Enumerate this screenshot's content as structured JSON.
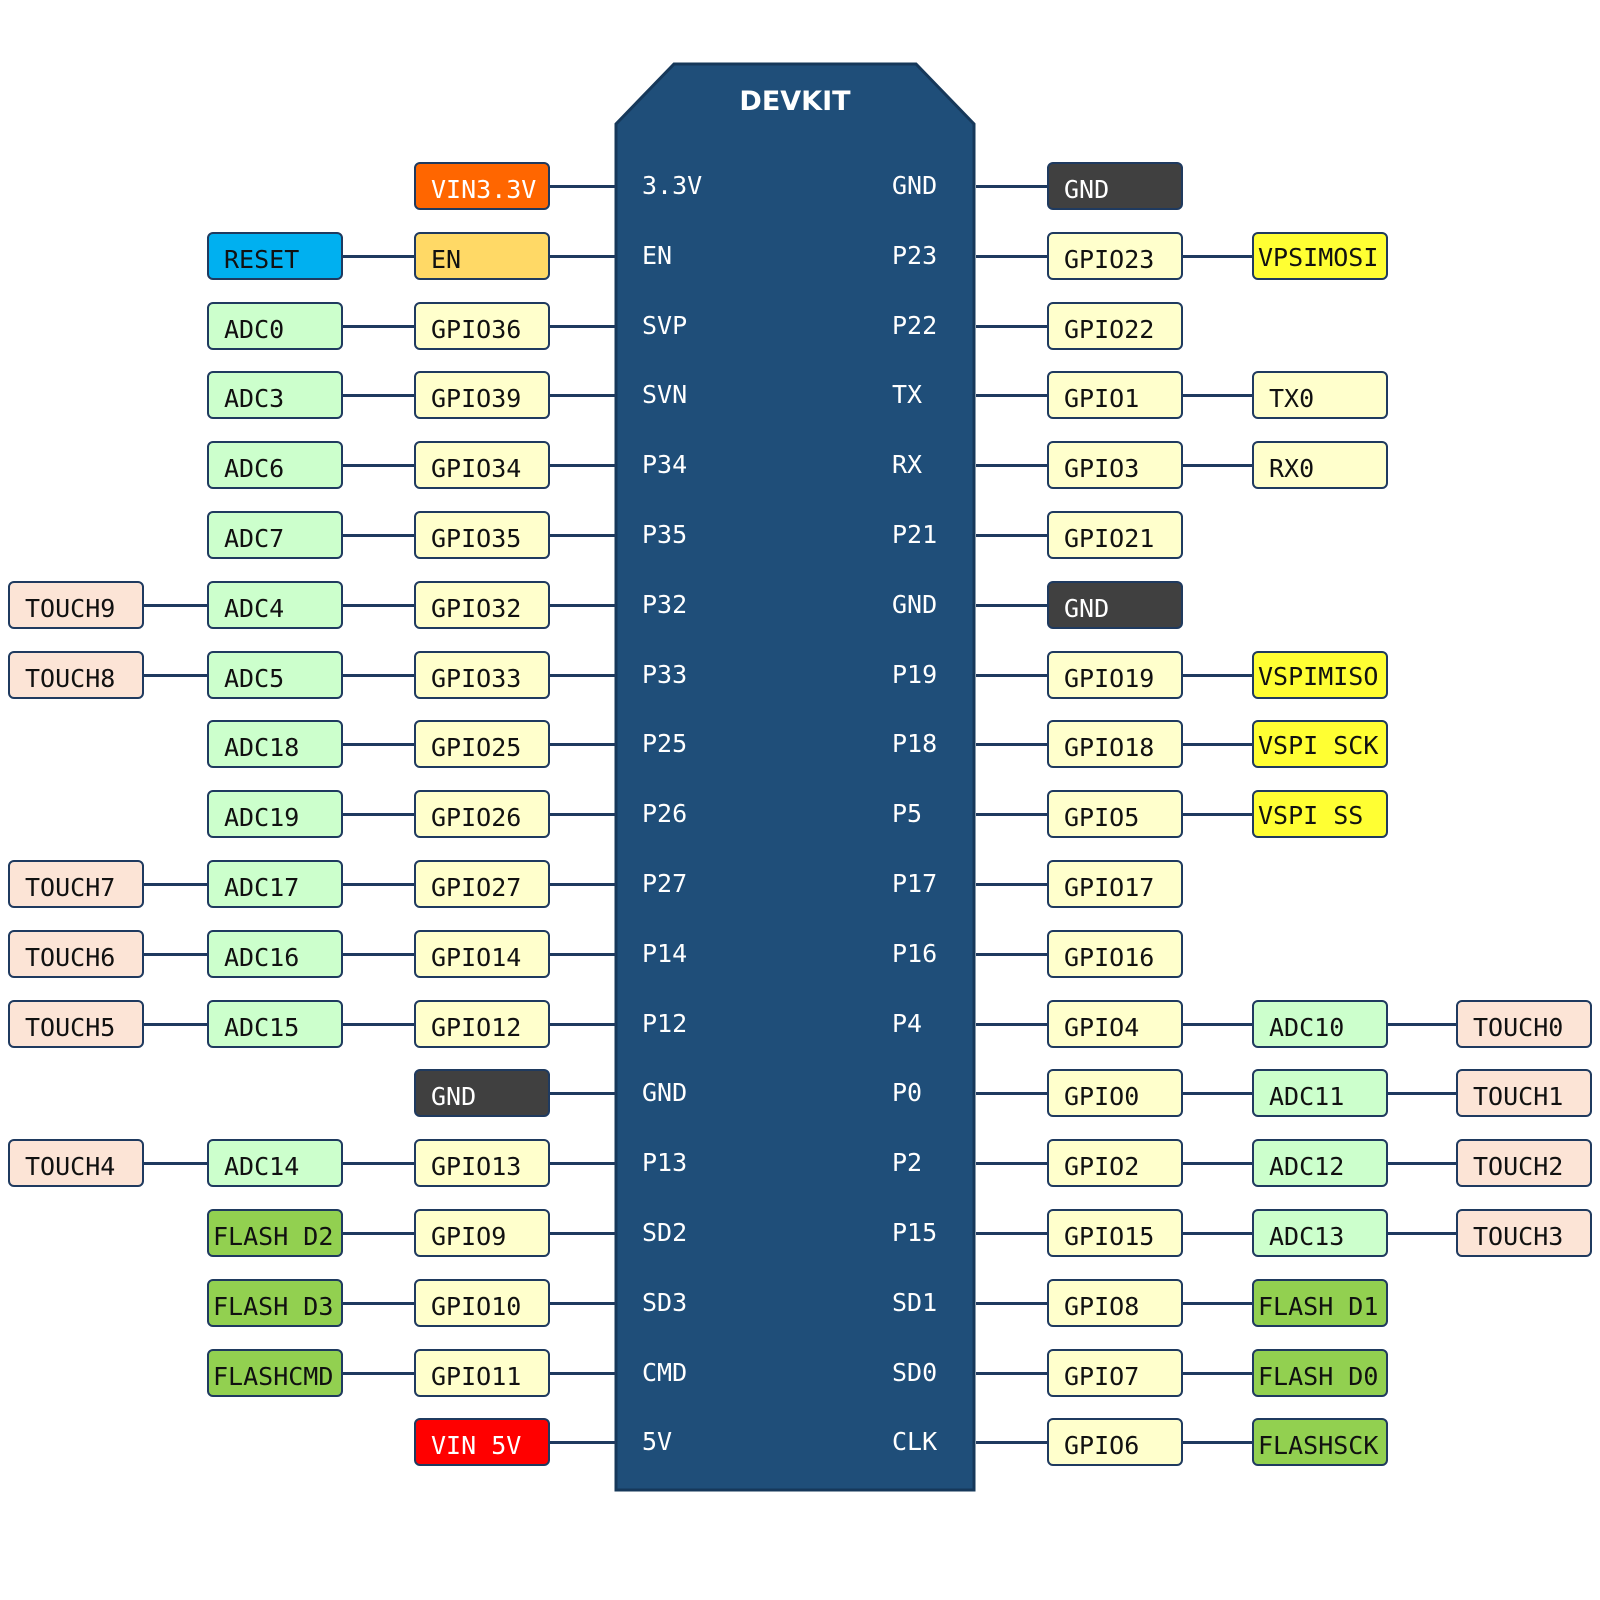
{
  "board": {
    "title": "DEVKIT",
    "body_color": "#1f4e79"
  },
  "colors": {
    "gpio": "#ffffcc",
    "adc": "#ccffcc",
    "touch": "#fce4d6",
    "gnd": "#404040",
    "vin33": "#ff6600",
    "vin5": "#ff0000",
    "reset": "#00b0f0",
    "en": "#ffd966",
    "vspi": "#ffff33",
    "flash": "#92d050",
    "wire": "#1f3a5f"
  },
  "left_pins": [
    {
      "pin": "3.3V",
      "labels": [
        {
          "text": "VIN3.3V",
          "kind": "vin33"
        }
      ]
    },
    {
      "pin": "EN",
      "labels": [
        {
          "text": "EN",
          "kind": "en"
        },
        {
          "text": "RESET",
          "kind": "reset"
        }
      ]
    },
    {
      "pin": "SVP",
      "labels": [
        {
          "text": "GPIO36",
          "kind": "gpio"
        },
        {
          "text": "ADC0",
          "kind": "adc"
        }
      ]
    },
    {
      "pin": "SVN",
      "labels": [
        {
          "text": "GPIO39",
          "kind": "gpio"
        },
        {
          "text": "ADC3",
          "kind": "adc"
        }
      ]
    },
    {
      "pin": "P34",
      "labels": [
        {
          "text": "GPIO34",
          "kind": "gpio"
        },
        {
          "text": "ADC6",
          "kind": "adc"
        }
      ]
    },
    {
      "pin": "P35",
      "labels": [
        {
          "text": "GPIO35",
          "kind": "gpio"
        },
        {
          "text": "ADC7",
          "kind": "adc"
        }
      ]
    },
    {
      "pin": "P32",
      "labels": [
        {
          "text": "GPIO32",
          "kind": "gpio"
        },
        {
          "text": "ADC4",
          "kind": "adc"
        },
        {
          "text": "TOUCH9",
          "kind": "touch"
        }
      ]
    },
    {
      "pin": "P33",
      "labels": [
        {
          "text": "GPIO33",
          "kind": "gpio"
        },
        {
          "text": "ADC5",
          "kind": "adc"
        },
        {
          "text": "TOUCH8",
          "kind": "touch"
        }
      ]
    },
    {
      "pin": "P25",
      "labels": [
        {
          "text": "GPIO25",
          "kind": "gpio"
        },
        {
          "text": "ADC18",
          "kind": "adc"
        }
      ]
    },
    {
      "pin": "P26",
      "labels": [
        {
          "text": "GPIO26",
          "kind": "gpio"
        },
        {
          "text": "ADC19",
          "kind": "adc"
        }
      ]
    },
    {
      "pin": "P27",
      "labels": [
        {
          "text": "GPIO27",
          "kind": "gpio"
        },
        {
          "text": "ADC17",
          "kind": "adc"
        },
        {
          "text": "TOUCH7",
          "kind": "touch"
        }
      ]
    },
    {
      "pin": "P14",
      "labels": [
        {
          "text": "GPIO14",
          "kind": "gpio"
        },
        {
          "text": "ADC16",
          "kind": "adc"
        },
        {
          "text": "TOUCH6",
          "kind": "touch"
        }
      ]
    },
    {
      "pin": "P12",
      "labels": [
        {
          "text": "GPIO12",
          "kind": "gpio"
        },
        {
          "text": "ADC15",
          "kind": "adc"
        },
        {
          "text": "TOUCH5",
          "kind": "touch"
        }
      ]
    },
    {
      "pin": "GND",
      "labels": [
        {
          "text": "GND",
          "kind": "gnd"
        }
      ]
    },
    {
      "pin": "P13",
      "labels": [
        {
          "text": "GPIO13",
          "kind": "gpio"
        },
        {
          "text": "ADC14",
          "kind": "adc"
        },
        {
          "text": "TOUCH4",
          "kind": "touch"
        }
      ]
    },
    {
      "pin": "SD2",
      "labels": [
        {
          "text": "GPIO9",
          "kind": "gpio"
        },
        {
          "text": "FLASH D2",
          "kind": "flash"
        }
      ]
    },
    {
      "pin": "SD3",
      "labels": [
        {
          "text": "GPIO10",
          "kind": "gpio"
        },
        {
          "text": "FLASH D3",
          "kind": "flash"
        }
      ]
    },
    {
      "pin": "CMD",
      "labels": [
        {
          "text": "GPIO11",
          "kind": "gpio"
        },
        {
          "text": "FLASHCMD",
          "kind": "flash"
        }
      ]
    },
    {
      "pin": "5V",
      "labels": [
        {
          "text": "VIN 5V",
          "kind": "vin5"
        }
      ]
    }
  ],
  "right_pins": [
    {
      "pin": "GND",
      "labels": [
        {
          "text": "GND",
          "kind": "gnd"
        }
      ]
    },
    {
      "pin": "P23",
      "labels": [
        {
          "text": "GPIO23",
          "kind": "gpio"
        },
        {
          "text": "VPSIMOSI",
          "kind": "vspi"
        }
      ]
    },
    {
      "pin": "P22",
      "labels": [
        {
          "text": "GPIO22",
          "kind": "gpio"
        }
      ]
    },
    {
      "pin": "TX",
      "labels": [
        {
          "text": "GPIO1",
          "kind": "gpio"
        },
        {
          "text": "TX0",
          "kind": "uart"
        }
      ]
    },
    {
      "pin": "RX",
      "labels": [
        {
          "text": "GPIO3",
          "kind": "gpio"
        },
        {
          "text": "RX0",
          "kind": "uart"
        }
      ]
    },
    {
      "pin": "P21",
      "labels": [
        {
          "text": "GPIO21",
          "kind": "gpio"
        }
      ]
    },
    {
      "pin": "GND",
      "labels": [
        {
          "text": "GND",
          "kind": "gnd"
        }
      ]
    },
    {
      "pin": "P19",
      "labels": [
        {
          "text": "GPIO19",
          "kind": "gpio"
        },
        {
          "text": "VSPIMISO",
          "kind": "vspi"
        }
      ]
    },
    {
      "pin": "P18",
      "labels": [
        {
          "text": "GPIO18",
          "kind": "gpio"
        },
        {
          "text": "VSPI SCK",
          "kind": "vspi"
        }
      ]
    },
    {
      "pin": "P5",
      "labels": [
        {
          "text": "GPIO5",
          "kind": "gpio"
        },
        {
          "text": "VSPI SS",
          "kind": "vspi"
        }
      ]
    },
    {
      "pin": "P17",
      "labels": [
        {
          "text": "GPIO17",
          "kind": "gpio"
        }
      ]
    },
    {
      "pin": "P16",
      "labels": [
        {
          "text": "GPIO16",
          "kind": "gpio"
        }
      ]
    },
    {
      "pin": "P4",
      "labels": [
        {
          "text": "GPIO4",
          "kind": "gpio"
        },
        {
          "text": "ADC10",
          "kind": "adc"
        },
        {
          "text": "TOUCH0",
          "kind": "touch"
        }
      ]
    },
    {
      "pin": "P0",
      "labels": [
        {
          "text": "GPIO0",
          "kind": "gpio"
        },
        {
          "text": "ADC11",
          "kind": "adc"
        },
        {
          "text": "TOUCH1",
          "kind": "touch"
        }
      ]
    },
    {
      "pin": "P2",
      "labels": [
        {
          "text": "GPIO2",
          "kind": "gpio"
        },
        {
          "text": "ADC12",
          "kind": "adc"
        },
        {
          "text": "TOUCH2",
          "kind": "touch"
        }
      ]
    },
    {
      "pin": "P15",
      "labels": [
        {
          "text": "GPIO15",
          "kind": "gpio"
        },
        {
          "text": "ADC13",
          "kind": "adc"
        },
        {
          "text": "TOUCH3",
          "kind": "touch"
        }
      ]
    },
    {
      "pin": "SD1",
      "labels": [
        {
          "text": "GPIO8",
          "kind": "gpio"
        },
        {
          "text": "FLASH D1",
          "kind": "flash"
        }
      ]
    },
    {
      "pin": "SD0",
      "labels": [
        {
          "text": "GPIO7",
          "kind": "gpio"
        },
        {
          "text": "FLASH D0",
          "kind": "flash"
        }
      ]
    },
    {
      "pin": "CLK",
      "labels": [
        {
          "text": "GPIO6",
          "kind": "gpio"
        },
        {
          "text": "FLASHSCK",
          "kind": "flash"
        }
      ]
    }
  ]
}
